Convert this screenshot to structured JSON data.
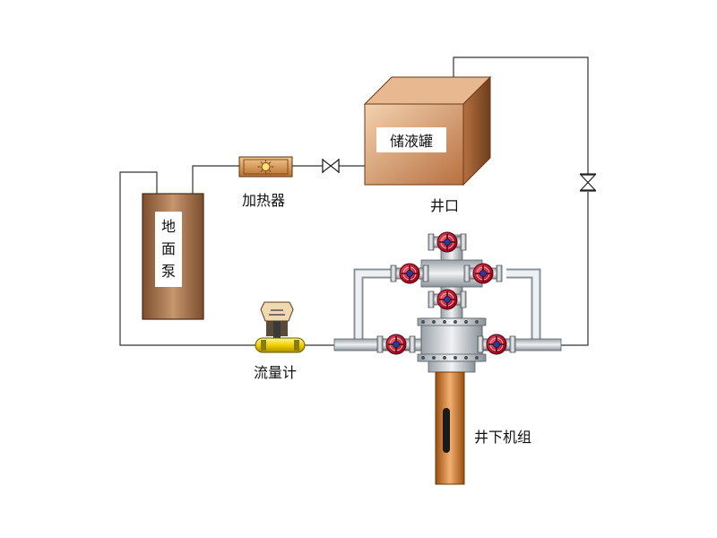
{
  "labels": {
    "storage_tank": "储液罐",
    "heater": "加热器",
    "wellhead": "井口",
    "surface_pump": [
      "地",
      "面",
      "泵"
    ],
    "flow_meter": "流量计",
    "downhole_unit": "井下机组"
  },
  "colors": {
    "pipe": "#333333",
    "tank_front": "#c8895a",
    "tank_top": "#e0a878",
    "tank_side": "#9a5e32",
    "pump_body": "#9a6a46",
    "wellhead_body": "#cfd3d6",
    "valve_wheel": "#c0102a",
    "flowmeter_body": "#f0d000",
    "downhole_pipe": "#e08a2c"
  }
}
